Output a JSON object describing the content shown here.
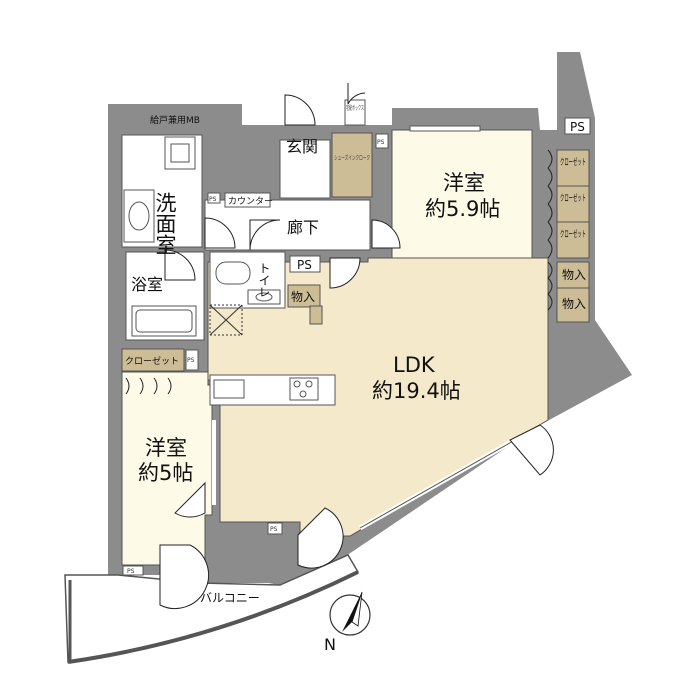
{
  "rooms": {
    "western_room_1": {
      "name": "洋室",
      "size": "約5.9帖"
    },
    "western_room_2": {
      "name": "洋室",
      "size": "約5帖"
    },
    "ldk": {
      "name": "LDK",
      "size": "約19.4帖"
    },
    "entrance": "玄関",
    "hallway": "廊下",
    "washroom": "洗面室",
    "bathroom": "浴室",
    "toilet": "トイレ",
    "balcony": "バルコニー"
  },
  "fixtures": {
    "shoe_closet": "シューズインクローク",
    "delivery_box": "宅配ボックス",
    "counter": "カウンター",
    "closet_label": "クローゼット",
    "closet_short": "クロー ゼット",
    "storage": "物入",
    "ps": "PS",
    "mb": "給戸兼用MB"
  },
  "compass": {
    "north": "N"
  },
  "colors": {
    "wall": "#8c8c8c",
    "floor_room": "#fdfbe8",
    "floor_ldk": "#f5e9cc",
    "floor_wet": "#ffffff",
    "storage": "#cdbd96"
  }
}
